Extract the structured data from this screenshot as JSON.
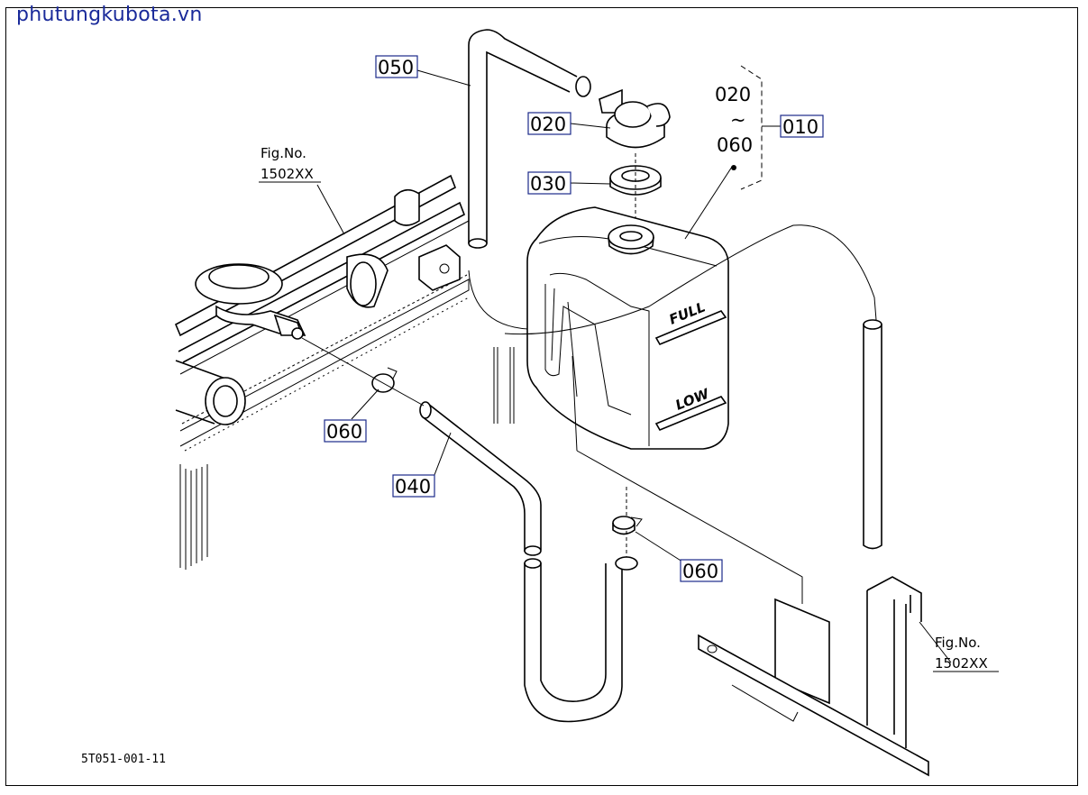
{
  "watermark": "phutungkubota.vn",
  "drawing_code": "5T051-001-11",
  "figure_refs": {
    "left": {
      "line1": "Fig.No.",
      "line2": "1502XX"
    },
    "right": {
      "line1": "Fig.No.",
      "line2": "1502XX"
    }
  },
  "tank_marks": {
    "full": "FULL",
    "low": "LOW"
  },
  "callouts": {
    "p050": "050",
    "p020": "020",
    "p030": "030",
    "p010": "010",
    "p060_left": "060",
    "p040": "040",
    "p060_right": "060"
  },
  "range_label": {
    "from": "020",
    "tilde": "~",
    "to": "060"
  },
  "colors": {
    "label_border": "#1b2a8a",
    "watermark": "#1a2a9a"
  }
}
